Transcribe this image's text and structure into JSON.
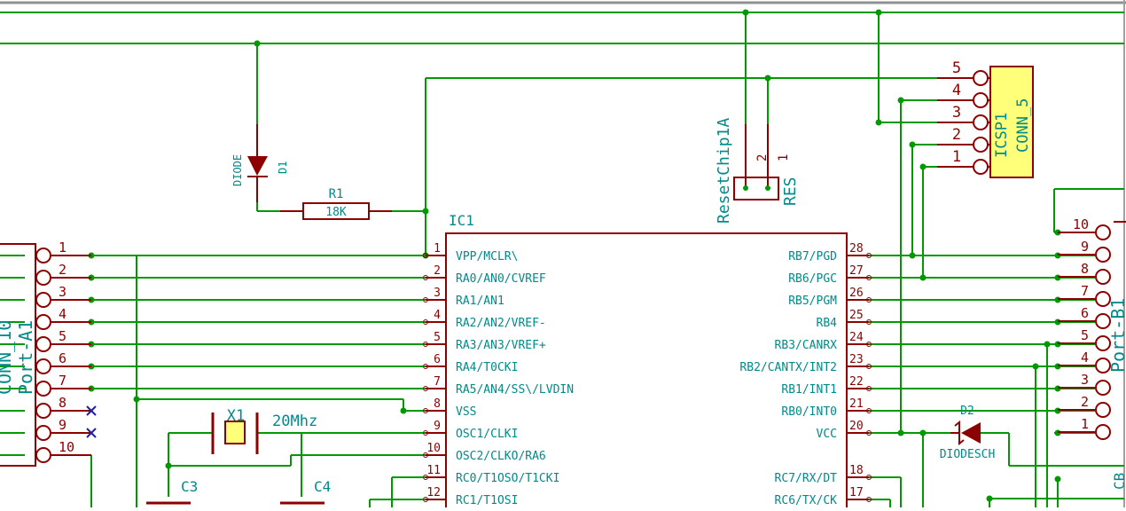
{
  "ic1": {
    "ref": "IC1",
    "left_pins": [
      {
        "num": "1",
        "name": "VPP/MCLR\\"
      },
      {
        "num": "2",
        "name": "RA0/AN0/CVREF"
      },
      {
        "num": "3",
        "name": "RA1/AN1"
      },
      {
        "num": "4",
        "name": "RA2/AN2/VREF-"
      },
      {
        "num": "5",
        "name": "RA3/AN3/VREF+"
      },
      {
        "num": "6",
        "name": "RA4/T0CKI"
      },
      {
        "num": "7",
        "name": "RA5/AN4/SS\\/LVDIN"
      },
      {
        "num": "8",
        "name": "VSS"
      },
      {
        "num": "9",
        "name": "OSC1/CLKI"
      },
      {
        "num": "10",
        "name": "OSC2/CLKO/RA6"
      },
      {
        "num": "11",
        "name": "RC0/T1OSO/T1CKI"
      },
      {
        "num": "12",
        "name": "RC1/T1OSI"
      }
    ],
    "right_pins": [
      {
        "num": "28",
        "name": "RB7/PGD"
      },
      {
        "num": "27",
        "name": "RB6/PGC"
      },
      {
        "num": "26",
        "name": "RB5/PGM"
      },
      {
        "num": "25",
        "name": "RB4"
      },
      {
        "num": "24",
        "name": "RB3/CANRX"
      },
      {
        "num": "23",
        "name": "RB2/CANTX/INT2"
      },
      {
        "num": "22",
        "name": "RB1/INT1"
      },
      {
        "num": "21",
        "name": "RB0/INT0"
      },
      {
        "num": "20",
        "name": "VCC"
      },
      {
        "num": "18",
        "name": "RC7/RX/DT"
      },
      {
        "num": "17",
        "name": "RC6/TX/CK"
      }
    ]
  },
  "port_a1": {
    "value": "CONN_10",
    "ref": "Port-A1",
    "pins": [
      "1",
      "2",
      "3",
      "4",
      "5",
      "6",
      "7",
      "8",
      "9",
      "10"
    ]
  },
  "port_b1": {
    "value": "Port-B1",
    "pins": [
      "10",
      "9",
      "8",
      "7",
      "6",
      "5",
      "4",
      "3",
      "2",
      "1"
    ]
  },
  "icsp": {
    "ref": "ICSP1",
    "value": "CONN_5",
    "pins": [
      "5",
      "4",
      "3",
      "2",
      "1"
    ]
  },
  "reset": {
    "ref": "ResetChip1A",
    "value": "RES",
    "pins": [
      "2",
      "1"
    ]
  },
  "d1": {
    "ref": "D1",
    "value": "DIODE"
  },
  "d2": {
    "ref": "D2",
    "value": "DIODESCH"
  },
  "r1": {
    "ref": "R1",
    "value": "18K"
  },
  "x1": {
    "ref": "X1",
    "value": "20Mhz"
  },
  "c3": {
    "ref": "C3"
  },
  "c4": {
    "ref": "C4"
  },
  "cb": {
    "ref": "CB"
  },
  "colors": {
    "wire": "#009a00",
    "component": "#8c0000",
    "text": "#008a8a",
    "no_connect": "#2020a0",
    "icsp_fill": "#ffff7a"
  }
}
